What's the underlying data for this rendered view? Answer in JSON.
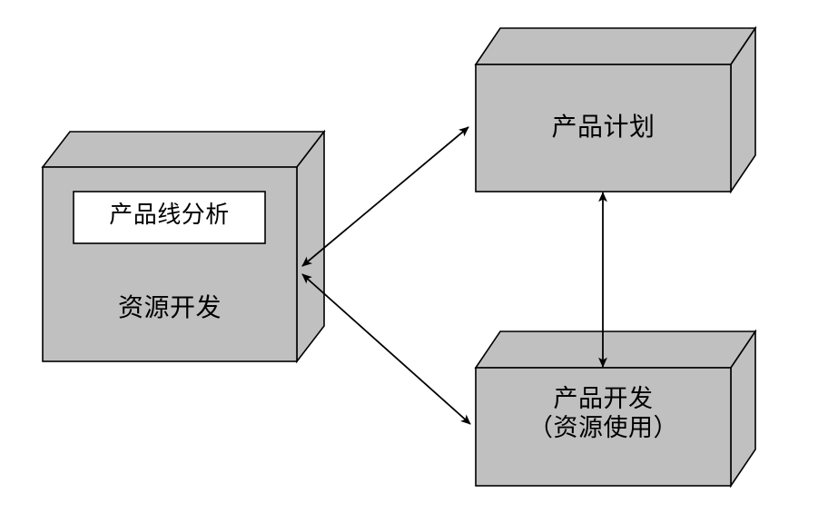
{
  "diagram": {
    "title": "",
    "background_color": "#FFFFFF",
    "box_fill_color": "#C0C0C0",
    "box_stroke_color": "#000000",
    "inner_label_fill_color": "#FFFFFF",
    "arrow_color": "#000000",
    "boxes": [
      {
        "id": "resource-development",
        "label": "资源开发",
        "inner_label": "产品线分析",
        "position": "left"
      },
      {
        "id": "product-plan",
        "label": "产品计划",
        "position": "top-right"
      },
      {
        "id": "product-development",
        "label_line1": "产品开发",
        "label_line2": "（资源使用）",
        "label": "产品开发\n（资源使用）",
        "position": "bottom-right"
      }
    ],
    "connectors": [
      {
        "id": "resource-dev-to-product-plan",
        "from": "resource-development",
        "to": "product-plan",
        "style": "double-headed-arrow",
        "orientation": "diagonal-up-right"
      },
      {
        "id": "resource-dev-to-product-development",
        "from": "resource-development",
        "to": "product-development",
        "style": "double-headed-arrow",
        "orientation": "diagonal-down-right"
      },
      {
        "id": "product-plan-to-product-development",
        "from": "product-plan",
        "to": "product-development",
        "style": "double-headed-arrow",
        "orientation": "vertical"
      }
    ]
  }
}
